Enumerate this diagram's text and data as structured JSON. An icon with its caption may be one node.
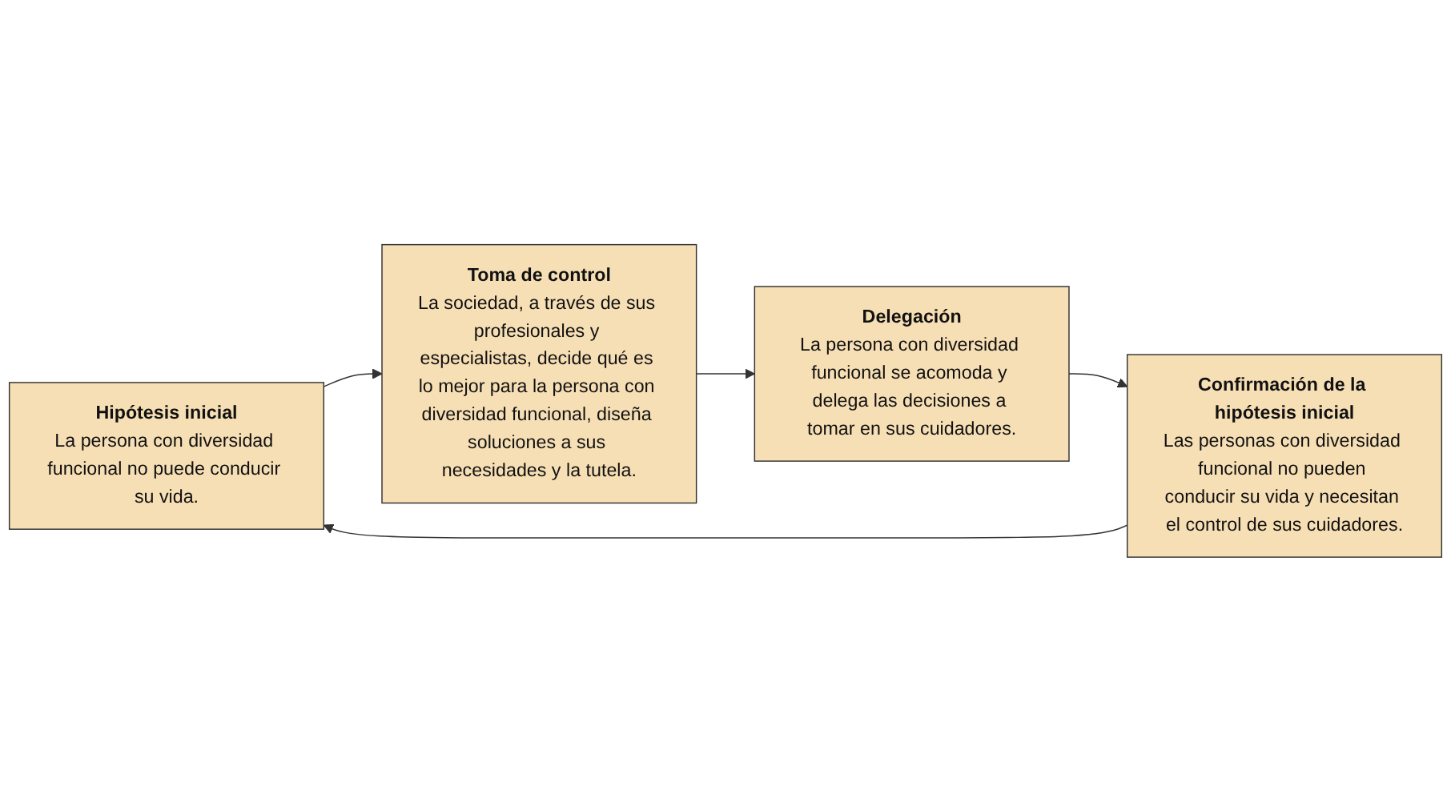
{
  "diagram": {
    "nodes": [
      {
        "text": [
          "Hipótesis inicial",
          "La persona con diversidad funcional no puede conducir su vida."
        ]
      },
      {
        "text": [
          "Toma de control",
          "La sociedad, a través de sus profesionales y especialistas, decide qué es lo mejor para la persona con diversidad funcional, diseña soluciones a sus necesidades y la tutela."
        ]
      },
      {
        "text": [
          "Delegación",
          "La persona con diversidad funcional se acomoda y delega las decisiones a tomar en sus cuidadores."
        ]
      },
      {
        "text": [
          "Confirmación de la hipótesis inicial",
          "Las personas con diversidad funcional no pueden conducir su vida y necesitan el control de sus cuidadores."
        ]
      }
    ],
    "edges": [
      {
        "from": 0,
        "to": 1,
        "arrow": "to"
      },
      {
        "from": 1,
        "to": 2,
        "arrow": "to"
      },
      {
        "from": 2,
        "to": 3,
        "arrow": "to"
      },
      {
        "from": 3,
        "to": 0,
        "arrow": "to"
      }
    ]
  }
}
